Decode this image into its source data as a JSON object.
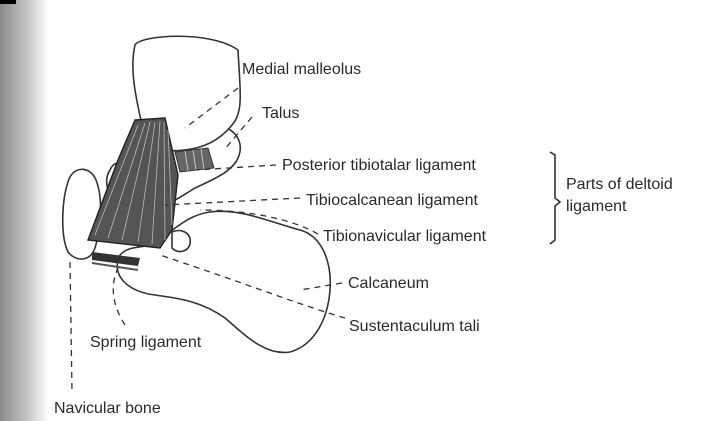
{
  "labels": {
    "medial_malleolus": "Medial malleolus",
    "talus": "Talus",
    "posterior_tibiotalar": "Posterior tibiotalar ligament",
    "tibiocalcanean": "Tibiocalcanean ligament",
    "tibionavicular": "Tibionavicular ligament",
    "deltoid_group_line1": "Parts of deltoid",
    "deltoid_group_line2": "ligament",
    "calcaneum": "Calcaneum",
    "sustentaculum_tali": "Sustentaculum tali",
    "spring_ligament": "Spring ligament",
    "navicular_bone": "Navicular bone"
  },
  "colors": {
    "ligament_fill": "#555555",
    "bone_fill": "#ffffff",
    "line": "#333333",
    "left_shadow": "#9a9a9a"
  }
}
